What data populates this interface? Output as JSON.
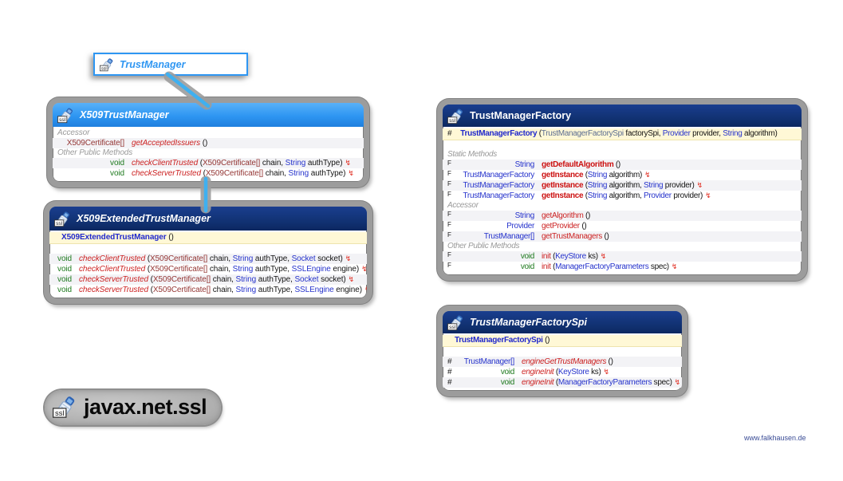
{
  "diagram": {
    "package_label": "javax.net.ssl",
    "watermark": "www.falkhausen.de"
  },
  "icons": {
    "ssl_label": "ssl",
    "throws_glyph": "↯"
  },
  "colors": {
    "interface_header": "#2E96F2",
    "class_header": "#10306F",
    "constructor_row_bg": "#FFF8D6",
    "type_blue": "#2633CC",
    "external_type_maroon": "#943634",
    "spi_type_slate": "#5C6E91",
    "method_name_red": "#CC2222",
    "keyword_green": "#1E7A1E",
    "connector_blue": "#3FB0F0",
    "sketch_border_gray": "#9C9C9C",
    "watermark_blue": "#3A4C96"
  },
  "boxes": {
    "trust_manager": {
      "title": "TrustManager",
      "kind": "interface"
    },
    "x509_trust_manager": {
      "title": "X509TrustManager",
      "kind": "interface",
      "rows": [
        {
          "kind": "section",
          "text": "Accessor"
        },
        {
          "kind": "member",
          "ret": {
            "t": "X509Certificate[]",
            "s": "te"
          },
          "sig": [
            {
              "t": "getAcceptedIssuers",
              "s": "ni"
            },
            {
              "t": " ()",
              "s": "p"
            }
          ]
        },
        {
          "kind": "section",
          "text": "Other Public Methods"
        },
        {
          "kind": "member",
          "ret": {
            "t": "void",
            "s": "k"
          },
          "sig": [
            {
              "t": "checkClientTrusted",
              "s": "ni"
            },
            {
              "t": " (",
              "s": "p"
            },
            {
              "t": "X509Certificate[]",
              "s": "te"
            },
            {
              "t": " chain, ",
              "s": "p"
            },
            {
              "t": "String",
              "s": "t"
            },
            {
              "t": " authType)",
              "s": "p"
            }
          ],
          "throws": true
        },
        {
          "kind": "member",
          "ret": {
            "t": "void",
            "s": "k"
          },
          "sig": [
            {
              "t": "checkServerTrusted",
              "s": "ni"
            },
            {
              "t": " (",
              "s": "p"
            },
            {
              "t": "X509Certificate[]",
              "s": "te"
            },
            {
              "t": " chain, ",
              "s": "p"
            },
            {
              "t": "String",
              "s": "t"
            },
            {
              "t": " authType)",
              "s": "p"
            }
          ],
          "throws": true
        }
      ]
    },
    "x509_extended_trust_manager": {
      "title": "X509ExtendedTrustManager",
      "kind": "abstract-class",
      "rows": [
        {
          "kind": "ctor",
          "sig": [
            {
              "t": "X509ExtendedTrustManager",
              "s": "c"
            },
            {
              "t": " ()",
              "s": "p"
            }
          ]
        },
        {
          "kind": "blank"
        },
        {
          "kind": "member",
          "ret": {
            "t": "void",
            "s": "k"
          },
          "sig": [
            {
              "t": "checkClientTrusted",
              "s": "ni"
            },
            {
              "t": " (",
              "s": "p"
            },
            {
              "t": "X509Certificate[]",
              "s": "te"
            },
            {
              "t": " chain, ",
              "s": "p"
            },
            {
              "t": "String",
              "s": "t"
            },
            {
              "t": " authType, ",
              "s": "p"
            },
            {
              "t": "Socket",
              "s": "t"
            },
            {
              "t": " socket)",
              "s": "p"
            }
          ],
          "throws": true
        },
        {
          "kind": "member",
          "ret": {
            "t": "void",
            "s": "k"
          },
          "sig": [
            {
              "t": "checkClientTrusted",
              "s": "ni"
            },
            {
              "t": " (",
              "s": "p"
            },
            {
              "t": "X509Certificate[]",
              "s": "te"
            },
            {
              "t": " chain, ",
              "s": "p"
            },
            {
              "t": "String",
              "s": "t"
            },
            {
              "t": " authType, ",
              "s": "p"
            },
            {
              "t": "SSLEngine",
              "s": "t"
            },
            {
              "t": " engine)",
              "s": "p"
            }
          ],
          "throws": true
        },
        {
          "kind": "member",
          "ret": {
            "t": "void",
            "s": "k"
          },
          "sig": [
            {
              "t": "checkServerTrusted",
              "s": "ni"
            },
            {
              "t": " (",
              "s": "p"
            },
            {
              "t": "X509Certificate[]",
              "s": "te"
            },
            {
              "t": " chain, ",
              "s": "p"
            },
            {
              "t": "String",
              "s": "t"
            },
            {
              "t": " authType, ",
              "s": "p"
            },
            {
              "t": "Socket",
              "s": "t"
            },
            {
              "t": " socket)",
              "s": "p"
            }
          ],
          "throws": true
        },
        {
          "kind": "member",
          "ret": {
            "t": "void",
            "s": "k"
          },
          "sig": [
            {
              "t": "checkServerTrusted",
              "s": "ni"
            },
            {
              "t": " (",
              "s": "p"
            },
            {
              "t": "X509Certificate[]",
              "s": "te"
            },
            {
              "t": " chain, ",
              "s": "p"
            },
            {
              "t": "String",
              "s": "t"
            },
            {
              "t": " authType, ",
              "s": "p"
            },
            {
              "t": "SSLEngine",
              "s": "t"
            },
            {
              "t": " engine)",
              "s": "p"
            }
          ],
          "throws": true
        }
      ]
    },
    "trust_manager_factory": {
      "title": "TrustManagerFactory",
      "kind": "class",
      "rows": [
        {
          "kind": "ctor",
          "marker": "#",
          "sig": [
            {
              "t": "TrustManagerFactory",
              "s": "c"
            },
            {
              "t": " (",
              "s": "p"
            },
            {
              "t": "TrustManagerFactorySpi",
              "s": "ts"
            },
            {
              "t": " factorySpi, ",
              "s": "p"
            },
            {
              "t": "Provider",
              "s": "t"
            },
            {
              "t": " provider, ",
              "s": "p"
            },
            {
              "t": "String",
              "s": "t"
            },
            {
              "t": " algorithm)",
              "s": "p"
            }
          ]
        },
        {
          "kind": "blank"
        },
        {
          "kind": "section",
          "text": "Static Methods"
        },
        {
          "kind": "member",
          "marker": "F",
          "ret": {
            "t": "String",
            "s": "t"
          },
          "sig": [
            {
              "t": "getDefaultAlgorithm",
              "s": "nb"
            },
            {
              "t": " ()",
              "s": "p"
            }
          ]
        },
        {
          "kind": "member",
          "marker": "F",
          "ret": {
            "t": "TrustManagerFactory",
            "s": "t"
          },
          "sig": [
            {
              "t": "getInstance",
              "s": "nb"
            },
            {
              "t": " (",
              "s": "p"
            },
            {
              "t": "String",
              "s": "t"
            },
            {
              "t": " algorithm)",
              "s": "p"
            }
          ],
          "throws": true
        },
        {
          "kind": "member",
          "marker": "F",
          "ret": {
            "t": "TrustManagerFactory",
            "s": "t"
          },
          "sig": [
            {
              "t": "getInstance",
              "s": "nb"
            },
            {
              "t": " (",
              "s": "p"
            },
            {
              "t": "String",
              "s": "t"
            },
            {
              "t": " algorithm, ",
              "s": "p"
            },
            {
              "t": "String",
              "s": "t"
            },
            {
              "t": " provider)",
              "s": "p"
            }
          ],
          "throws": true
        },
        {
          "kind": "member",
          "marker": "F",
          "ret": {
            "t": "TrustManagerFactory",
            "s": "t"
          },
          "sig": [
            {
              "t": "getInstance",
              "s": "nb"
            },
            {
              "t": " (",
              "s": "p"
            },
            {
              "t": "String",
              "s": "t"
            },
            {
              "t": " algorithm, ",
              "s": "p"
            },
            {
              "t": "Provider",
              "s": "t"
            },
            {
              "t": " provider)",
              "s": "p"
            }
          ],
          "throws": true
        },
        {
          "kind": "section",
          "text": "Accessor"
        },
        {
          "kind": "member",
          "marker": "F",
          "ret": {
            "t": "String",
            "s": "t"
          },
          "sig": [
            {
              "t": "getAlgorithm",
              "s": "n"
            },
            {
              "t": " ()",
              "s": "p"
            }
          ]
        },
        {
          "kind": "member",
          "marker": "F",
          "ret": {
            "t": "Provider",
            "s": "t"
          },
          "sig": [
            {
              "t": "getProvider",
              "s": "n"
            },
            {
              "t": " ()",
              "s": "p"
            }
          ]
        },
        {
          "kind": "member",
          "marker": "F",
          "ret": {
            "t": "TrustManager[]",
            "s": "t"
          },
          "sig": [
            {
              "t": "getTrustManagers",
              "s": "n"
            },
            {
              "t": " ()",
              "s": "p"
            }
          ]
        },
        {
          "kind": "section",
          "text": "Other Public Methods"
        },
        {
          "kind": "member",
          "marker": "F",
          "ret": {
            "t": "void",
            "s": "k"
          },
          "sig": [
            {
              "t": "init",
              "s": "n"
            },
            {
              "t": " (",
              "s": "p"
            },
            {
              "t": "KeyStore",
              "s": "t"
            },
            {
              "t": " ks)",
              "s": "p"
            }
          ],
          "throws": true
        },
        {
          "kind": "member",
          "marker": "F",
          "ret": {
            "t": "void",
            "s": "k"
          },
          "sig": [
            {
              "t": "init",
              "s": "n"
            },
            {
              "t": " (",
              "s": "p"
            },
            {
              "t": "ManagerFactoryParameters",
              "s": "t"
            },
            {
              "t": " spec)",
              "s": "p"
            }
          ],
          "throws": true
        }
      ]
    },
    "trust_manager_factory_spi": {
      "title": "TrustManagerFactorySpi",
      "kind": "abstract-class",
      "rows": [
        {
          "kind": "ctor",
          "sig": [
            {
              "t": "TrustManagerFactorySpi",
              "s": "c"
            },
            {
              "t": " ()",
              "s": "p"
            }
          ]
        },
        {
          "kind": "blank"
        },
        {
          "kind": "member",
          "marker": "#",
          "ret": {
            "t": "TrustManager[]",
            "s": "t"
          },
          "sig": [
            {
              "t": "engineGetTrustManagers",
              "s": "ni"
            },
            {
              "t": " ()",
              "s": "p"
            }
          ]
        },
        {
          "kind": "member",
          "marker": "#",
          "ret": {
            "t": "void",
            "s": "k"
          },
          "sig": [
            {
              "t": "engineInit",
              "s": "ni"
            },
            {
              "t": " (",
              "s": "p"
            },
            {
              "t": "KeyStore",
              "s": "t"
            },
            {
              "t": " ks)",
              "s": "p"
            }
          ],
          "throws": true
        },
        {
          "kind": "member",
          "marker": "#",
          "ret": {
            "t": "void",
            "s": "k"
          },
          "sig": [
            {
              "t": "engineInit",
              "s": "ni"
            },
            {
              "t": " (",
              "s": "p"
            },
            {
              "t": "ManagerFactoryParameters",
              "s": "t"
            },
            {
              "t": " spec)",
              "s": "p"
            }
          ],
          "throws": true
        }
      ]
    }
  }
}
